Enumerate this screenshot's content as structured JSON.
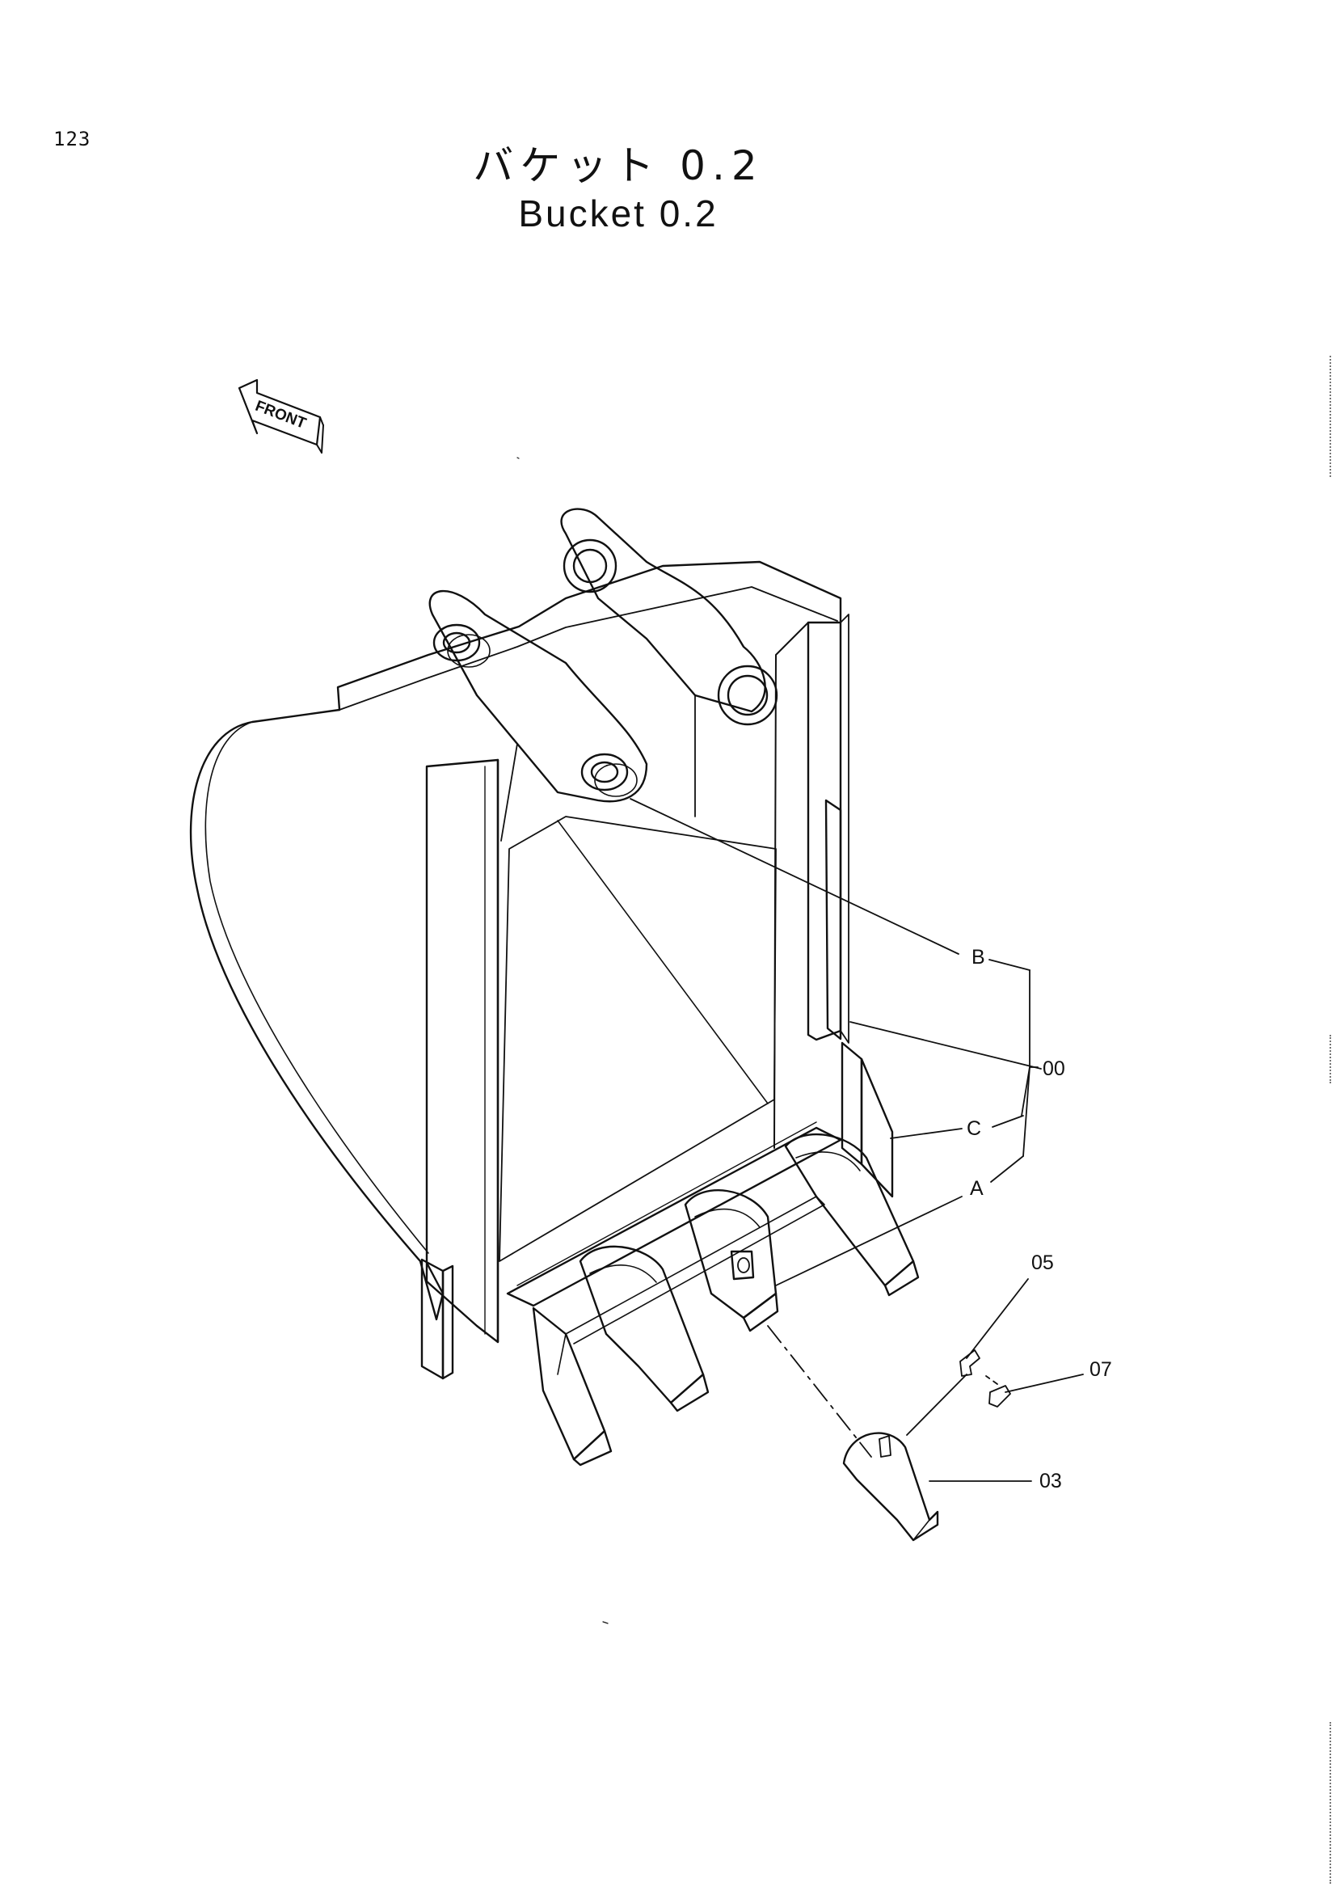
{
  "page": {
    "number": "123",
    "title_ja": "バケット 0.2",
    "title_en": "Bucket 0.2"
  },
  "orientation": {
    "label": "FRONT",
    "icon": "front-arrow-icon"
  },
  "callouts": [
    {
      "id": "B",
      "label": "B"
    },
    {
      "id": "00",
      "label": "00"
    },
    {
      "id": "C",
      "label": "C"
    },
    {
      "id": "A",
      "label": "A"
    },
    {
      "id": "05",
      "label": "05"
    },
    {
      "id": "07",
      "label": "07"
    },
    {
      "id": "03",
      "label": "03"
    }
  ],
  "colors": {
    "line": "#111111",
    "background": "#ffffff"
  }
}
